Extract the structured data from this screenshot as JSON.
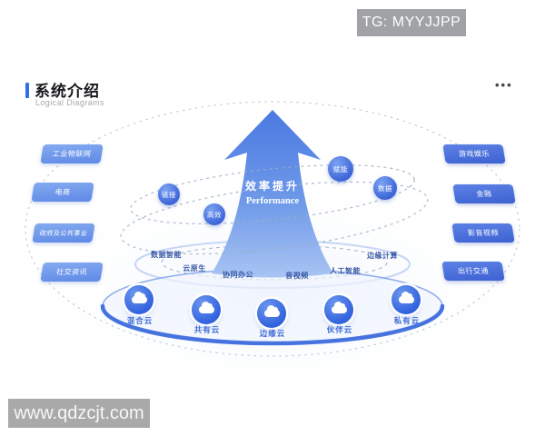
{
  "overlays": {
    "tg_badge": "TG: MYYJJPP",
    "watermark": "www.qdzcjt.com"
  },
  "header": {
    "title": "系统介绍",
    "subtitle": "Logical Diagrams",
    "menu": "•••"
  },
  "diagram": {
    "arrow": {
      "title": "效率提升",
      "subtitle": "Performance"
    },
    "orbit_nodes": [
      {
        "label": "链接"
      },
      {
        "label": "高效"
      },
      {
        "label": "赋能"
      },
      {
        "label": "数据"
      }
    ],
    "industries_left": [
      {
        "label": "工业物联网"
      },
      {
        "label": "电商"
      },
      {
        "label": "政府及公共事业"
      },
      {
        "label": "社交资讯"
      }
    ],
    "industries_right": [
      {
        "label": "游戏娱乐"
      },
      {
        "label": "金融"
      },
      {
        "label": "影音视频"
      },
      {
        "label": "出行交通"
      }
    ],
    "capabilities": [
      {
        "label": "数据智能"
      },
      {
        "label": "云原生"
      },
      {
        "label": "协同办公"
      },
      {
        "label": "音视频"
      },
      {
        "label": "人工智能"
      },
      {
        "label": "边缘计算"
      }
    ],
    "clouds": [
      {
        "label": "混合云"
      },
      {
        "label": "共有云"
      },
      {
        "label": "边缘云"
      },
      {
        "label": "伙伴云"
      },
      {
        "label": "私有云"
      }
    ]
  },
  "colors": {
    "accent_blue": "#2f6fe8",
    "arrow_top": "#4b79e2",
    "arrow_bottom": "#a9c4f2",
    "left_button": "#6f98ea",
    "right_button": "#4a6cd8",
    "node_blue": "#3c64d8",
    "cloud_blue": "#3161dd",
    "keyword_text": "#3a5aa6",
    "badge_gray": "#a0a2a5",
    "ring_dash_gray": "#c5cdd9"
  }
}
